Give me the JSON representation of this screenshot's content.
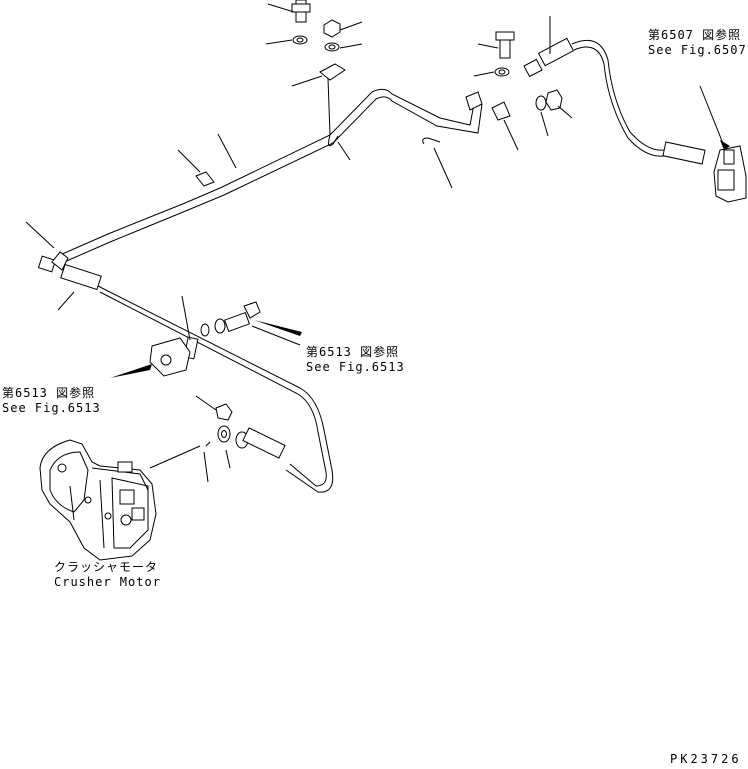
{
  "references": {
    "fig6507": {
      "jp": "第6507 図参照",
      "en": "See Fig.6507"
    },
    "fig6513_mid": {
      "jp": "第6513 図参照",
      "en": "See Fig.6513"
    },
    "fig6513_left": {
      "jp": "第6513 図参照",
      "en": "See Fig.6513"
    }
  },
  "motor": {
    "jp": "クラッシャモータ",
    "en": "Crusher Motor"
  },
  "drawing_number": "PK23726"
}
